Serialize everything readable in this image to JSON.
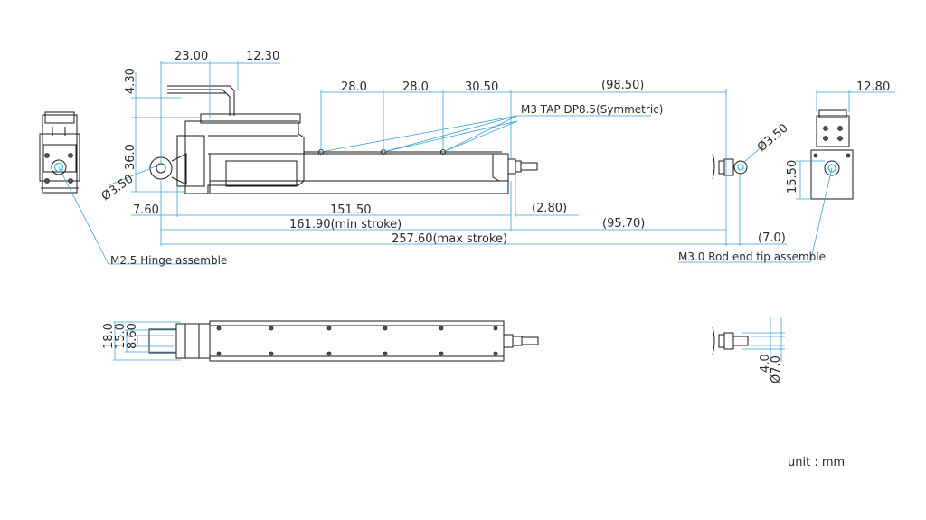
{
  "dimensions": {
    "top_23": "23.00",
    "top_12_30": "12.30",
    "left_4_30": "4.30",
    "left_36_0": "36.0",
    "hole_dia_3_50_left": "Ø3.50",
    "tap_28_a": "28.0",
    "tap_28_b": "28.0",
    "tap_30_50": "30.50",
    "top_98_50": "(98.50)",
    "right_12_80": "12.80",
    "hole_dia_3_50_right": "Ø3.50",
    "right_15_50": "15.50",
    "left_7_60": "7.60",
    "len_151_50": "151.50",
    "len_2_80": "(2.80)",
    "min_stroke": "161.90(min stroke)",
    "stroke_95_70": "(95.70)",
    "max_stroke": "257.60(max stroke)",
    "tip_7_0": "(7.0)",
    "bottom_18_0": "18.0",
    "bottom_15_0": "15.0",
    "bottom_8_60": "8.60",
    "bottom_4_0": "4.0",
    "bottom_dia_7_0": "Ø7.0"
  },
  "callouts": {
    "tap": "M3 TAP DP8.5(Symmetric)",
    "hinge": "M2.5 Hinge assemble",
    "rod_end": "M3.0 Rod end tip assemble"
  },
  "unit_label": "unit : mm",
  "colors": {
    "dimension_line": "#3a9fd4",
    "highlight": "#37c0e6",
    "outline": "#1a1a1a"
  }
}
